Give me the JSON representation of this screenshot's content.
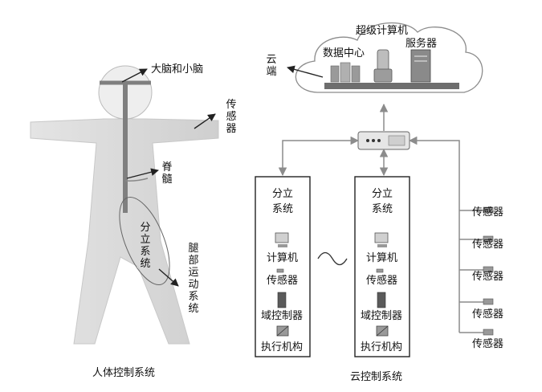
{
  "human": {
    "brain_label": "大脑和小脑",
    "sensor_label": "传感器",
    "spine_label": "脊髓",
    "distributed_label": "分立系统",
    "leg_label": "腿部运动系统",
    "caption": "人体控制系统"
  },
  "cloud": {
    "title": "超级计算机",
    "data_center": "数据中心",
    "server": "服务器",
    "cloud_end": "云端"
  },
  "subsystem": {
    "title_line1": "分立",
    "title_line2": "系统",
    "computer": "计算机",
    "sensor": "传感器",
    "domain_controller": "域控制器",
    "actuator": "执行机构"
  },
  "sensors_right": [
    "传感器",
    "传感器",
    "传感器",
    "传感器",
    "传感器"
  ],
  "caption_cloud": "云控制系统",
  "colors": {
    "body": "#d9d9d9",
    "spine": "#7f7f7f",
    "line": "#8c8c8c",
    "arrow": "#222222"
  }
}
